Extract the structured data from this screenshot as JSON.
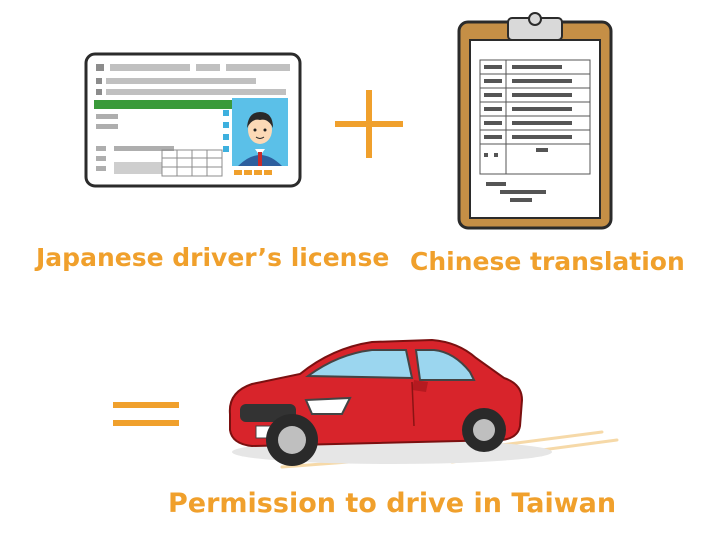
{
  "labels": {
    "license": "Japanese driver’s license",
    "translation": "Chinese translation",
    "permission": "Permission to drive in Taiwan"
  },
  "operators": {
    "plus": "plus-sign",
    "equals": "equals-sign"
  },
  "colors": {
    "accent": "#f0a02c",
    "license_green": "#3a9a3a",
    "card_border": "#2b2b2b",
    "clipboard_brown": "#b8853f",
    "car_red": "#d8242b",
    "photo_blue": "#3db0de"
  }
}
